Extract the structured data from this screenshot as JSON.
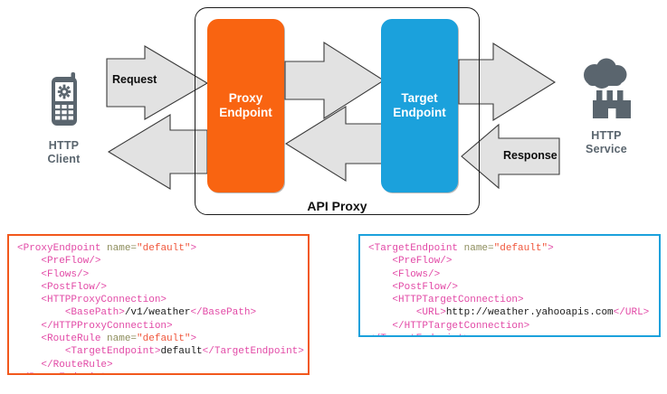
{
  "diagram": {
    "title": "API Proxy",
    "nodes": [
      {
        "id": "http-client",
        "label": "HTTP\nClient",
        "label_line1": "HTTP",
        "label_line2": "Client",
        "icon": "mobile-phone-gear-icon",
        "color": "#5a656e"
      },
      {
        "id": "http-service",
        "label": "HTTP\nService",
        "label_line1": "HTTP",
        "label_line2": "Service",
        "icon": "cloud-factory-icon",
        "color": "#5a656e"
      }
    ],
    "endpoints": [
      {
        "id": "proxy-endpoint",
        "line1": "Proxy",
        "line2": "Endpoint",
        "color": "#f96411"
      },
      {
        "id": "target-endpoint",
        "line1": "Target",
        "line2": "Endpoint",
        "color": "#1ba1dc"
      }
    ],
    "arrows": [
      {
        "id": "request-arrow",
        "label": "Request",
        "direction": "right",
        "fill": "#e2e2e2"
      },
      {
        "id": "proxy-to-target-arrow",
        "label": "",
        "direction": "right",
        "fill": "#e2e2e2"
      },
      {
        "id": "target-to-service-arrow",
        "label": "",
        "direction": "right",
        "fill": "#e2e2e2"
      },
      {
        "id": "response-arrow",
        "label": "Response",
        "direction": "left",
        "fill": "#e2e2e2"
      },
      {
        "id": "target-to-proxy-arrow",
        "label": "",
        "direction": "left",
        "fill": "#e2e2e2"
      },
      {
        "id": "proxy-to-client-arrow",
        "label": "",
        "direction": "left",
        "fill": "#e2e2e2"
      }
    ],
    "colors": {
      "orange": "#f96411",
      "blue": "#1ba1dc",
      "arrow_fill": "#e2e2e2",
      "arrow_stroke": "#3a3a3a",
      "node_label": "#5a656e",
      "code_border_left": "#f2581c",
      "code_border_right": "#1ba1dc",
      "xml_tag": "#e249a6",
      "xml_attr_name": "#8d8d5c",
      "xml_attr_value": "#f0573c",
      "xml_text": "#1a1a1a"
    }
  },
  "code_blocks": {
    "proxy": {
      "border_color": "#f2581c",
      "lines": [
        [
          {
            "t": "tag",
            "s": "<ProxyEndpoint "
          },
          {
            "t": "attr",
            "s": "name="
          },
          {
            "t": "val",
            "s": "\"default\""
          },
          {
            "t": "tag",
            "s": ">"
          }
        ],
        [
          {
            "t": "txt",
            "s": "    "
          },
          {
            "t": "tag",
            "s": "<PreFlow/>"
          }
        ],
        [
          {
            "t": "txt",
            "s": "    "
          },
          {
            "t": "tag",
            "s": "<Flows/>"
          }
        ],
        [
          {
            "t": "txt",
            "s": "    "
          },
          {
            "t": "tag",
            "s": "<PostFlow/>"
          }
        ],
        [
          {
            "t": "txt",
            "s": "    "
          },
          {
            "t": "tag",
            "s": "<HTTPProxyConnection>"
          }
        ],
        [
          {
            "t": "txt",
            "s": "        "
          },
          {
            "t": "tag",
            "s": "<BasePath>"
          },
          {
            "t": "txt",
            "s": "/v1/weather"
          },
          {
            "t": "tag",
            "s": "</BasePath>"
          }
        ],
        [
          {
            "t": "txt",
            "s": "    "
          },
          {
            "t": "tag",
            "s": "</HTTPProxyConnection>"
          }
        ],
        [
          {
            "t": "txt",
            "s": "    "
          },
          {
            "t": "tag",
            "s": "<RouteRule "
          },
          {
            "t": "attr",
            "s": "name="
          },
          {
            "t": "val",
            "s": "\"default\""
          },
          {
            "t": "tag",
            "s": ">"
          }
        ],
        [
          {
            "t": "txt",
            "s": "        "
          },
          {
            "t": "tag",
            "s": "<TargetEndpoint>"
          },
          {
            "t": "txt",
            "s": "default"
          },
          {
            "t": "tag",
            "s": "</TargetEndpoint>"
          }
        ],
        [
          {
            "t": "txt",
            "s": "    "
          },
          {
            "t": "tag",
            "s": "</RouteRule>"
          }
        ],
        [
          {
            "t": "tag",
            "s": "</ProxyEndpoint>"
          }
        ]
      ]
    },
    "target": {
      "border_color": "#1ba1dc",
      "lines": [
        [
          {
            "t": "tag",
            "s": "<TargetEndpoint "
          },
          {
            "t": "attr",
            "s": "name="
          },
          {
            "t": "val",
            "s": "\"default\""
          },
          {
            "t": "tag",
            "s": ">"
          }
        ],
        [
          {
            "t": "txt",
            "s": "    "
          },
          {
            "t": "tag",
            "s": "<PreFlow/>"
          }
        ],
        [
          {
            "t": "txt",
            "s": "    "
          },
          {
            "t": "tag",
            "s": "<Flows/>"
          }
        ],
        [
          {
            "t": "txt",
            "s": "    "
          },
          {
            "t": "tag",
            "s": "<PostFlow/>"
          }
        ],
        [
          {
            "t": "txt",
            "s": "    "
          },
          {
            "t": "tag",
            "s": "<HTTPTargetConnection>"
          }
        ],
        [
          {
            "t": "txt",
            "s": "        "
          },
          {
            "t": "tag",
            "s": "<URL>"
          },
          {
            "t": "txt",
            "s": "http://weather.yahooapis.com"
          },
          {
            "t": "tag",
            "s": "</URL>"
          }
        ],
        [
          {
            "t": "txt",
            "s": "    "
          },
          {
            "t": "tag",
            "s": "</HTTPTargetConnection>"
          }
        ],
        [
          {
            "t": "tag",
            "s": "</TargetEndpoint>"
          }
        ]
      ]
    }
  }
}
